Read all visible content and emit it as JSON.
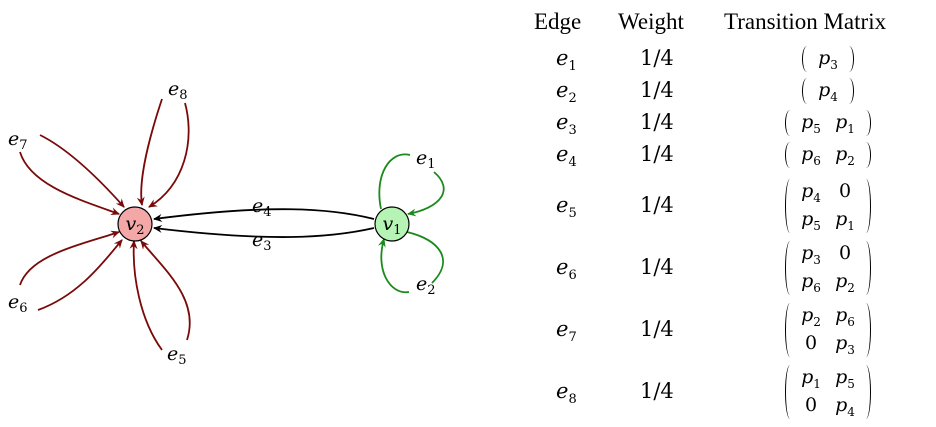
{
  "graph": {
    "nodes": [
      {
        "id": "v2",
        "name": "v",
        "sub": "2",
        "fill": "#f4a7a7"
      },
      {
        "id": "v1",
        "name": "v",
        "sub": "1",
        "fill": "#b5f4b5"
      }
    ],
    "edges": [
      {
        "name": "e",
        "sub": "1"
      },
      {
        "name": "e",
        "sub": "2"
      },
      {
        "name": "e",
        "sub": "3"
      },
      {
        "name": "e",
        "sub": "4"
      },
      {
        "name": "e",
        "sub": "5"
      },
      {
        "name": "e",
        "sub": "6"
      },
      {
        "name": "e",
        "sub": "7"
      },
      {
        "name": "e",
        "sub": "8"
      }
    ],
    "colors": {
      "loop_v1": "#1a8a1a",
      "loop_v2": "#7a0a0a",
      "between": "#000000"
    }
  },
  "table": {
    "headers": {
      "edge": "Edge",
      "weight": "Weight",
      "matrix": "Transition Matrix"
    },
    "rows": [
      {
        "edge": "e",
        "sub": "1",
        "weight": "1/4",
        "matrix": [
          [
            "p3"
          ]
        ]
      },
      {
        "edge": "e",
        "sub": "2",
        "weight": "1/4",
        "matrix": [
          [
            "p4"
          ]
        ]
      },
      {
        "edge": "e",
        "sub": "3",
        "weight": "1/4",
        "matrix": [
          [
            "p5",
            "p1"
          ]
        ]
      },
      {
        "edge": "e",
        "sub": "4",
        "weight": "1/4",
        "matrix": [
          [
            "p6",
            "p2"
          ]
        ]
      },
      {
        "edge": "e",
        "sub": "5",
        "weight": "1/4",
        "matrix": [
          [
            "p4",
            "0"
          ],
          [
            "p5",
            "p1"
          ]
        ]
      },
      {
        "edge": "e",
        "sub": "6",
        "weight": "1/4",
        "matrix": [
          [
            "p3",
            "0"
          ],
          [
            "p6",
            "p2"
          ]
        ]
      },
      {
        "edge": "e",
        "sub": "7",
        "weight": "1/4",
        "matrix": [
          [
            "p2",
            "p6"
          ],
          [
            "0",
            "p3"
          ]
        ]
      },
      {
        "edge": "e",
        "sub": "8",
        "weight": "1/4",
        "matrix": [
          [
            "p1",
            "p5"
          ],
          [
            "0",
            "p4"
          ]
        ]
      }
    ]
  }
}
